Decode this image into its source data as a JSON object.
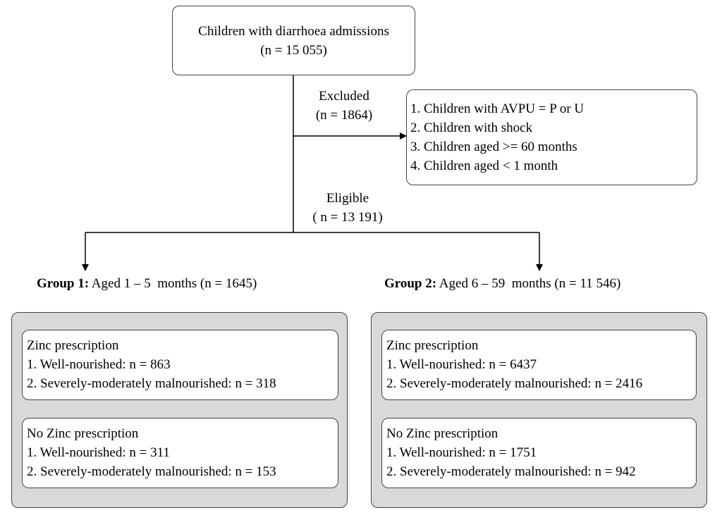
{
  "top": {
    "line1": "Children with diarrhoea admissions",
    "line2": "(n = 15 055)"
  },
  "excluded": {
    "label": "Excluded",
    "count": "(n = 1864)",
    "criteria": [
      "1. Children with AVPU = P or U",
      "2. Children with shock",
      "3. Children aged >= 60 months",
      "4. Children aged < 1 month"
    ]
  },
  "eligible": {
    "label": "Eligible",
    "count": "( n = 13 191)"
  },
  "groups": [
    {
      "title_bold": "Group 1:",
      "title_rest": " Aged 1 – 5  months (n = 1645)",
      "zinc": {
        "heading": "Zinc prescription",
        "items": [
          "1. Well-nourished: n = 863",
          "2. Severely-moderately malnourished: n = 318"
        ]
      },
      "no_zinc": {
        "heading": "No Zinc prescription",
        "items": [
          "1. Well-nourished: n = 311",
          "2. Severely-moderately malnourished: n = 153"
        ]
      }
    },
    {
      "title_bold": "Group 2:",
      "title_rest": " Aged 6 – 59  months (n = 11 546)",
      "zinc": {
        "heading": "Zinc prescription",
        "items": [
          "1. Well-nourished: n = 6437",
          "2. Severely-moderately malnourished: n = 2416"
        ]
      },
      "no_zinc": {
        "heading": "No Zinc prescription",
        "items": [
          "1. Well-nourished: n = 1751",
          "2. Severely-moderately malnourished: n = 942"
        ]
      }
    }
  ]
}
